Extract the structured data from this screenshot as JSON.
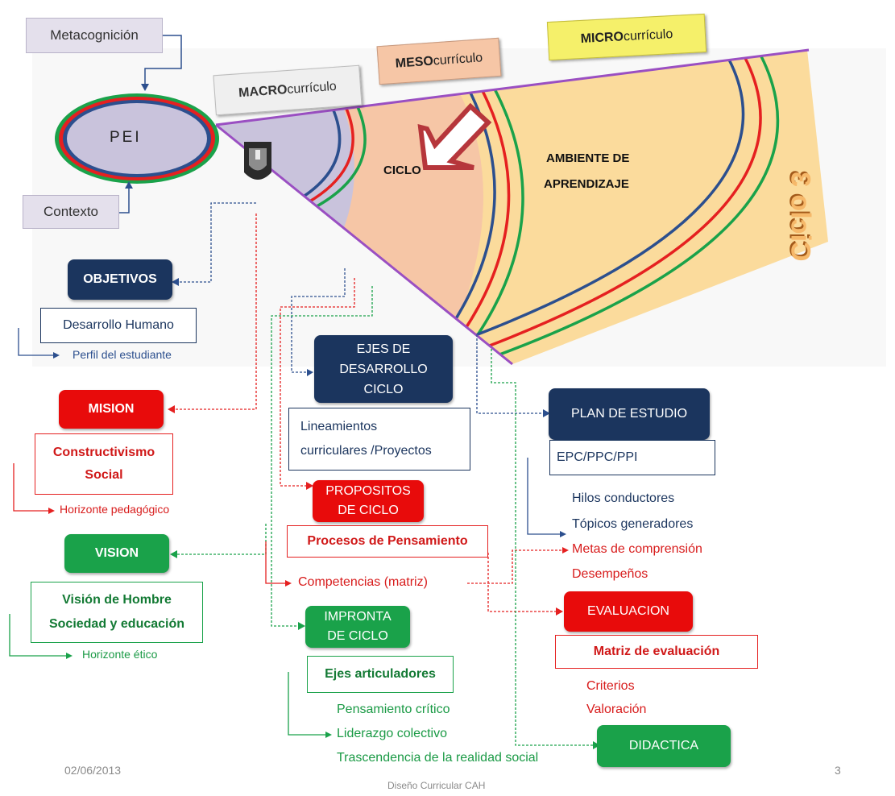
{
  "top": {
    "metacognicion": "Metacognición",
    "contexto": "Contexto",
    "pei": "PEI",
    "macro_bold": "MACRO",
    "macro_rest": "currículo",
    "meso_bold": "MESO",
    "meso_rest": "currículo",
    "micro_bold": "MICRO",
    "micro_rest": "currículo",
    "ciclo": "CICLO",
    "ambiente_line1": "AMBIENTE DE",
    "ambiente_line2": "APRENDIZAJE",
    "ciclo3": "Ciclo 3"
  },
  "left": {
    "objetivos": "OBJETIVOS",
    "desarrollo_humano": "Desarrollo Humano",
    "perfil": "Perfil del estudiante",
    "mision": "MISION",
    "constructivismo_line1": "Constructivismo",
    "constructivismo_line2": "Social",
    "horizonte_pedagogico": "Horizonte  pedagógico",
    "vision": "VISION",
    "vision_hombre_line1": "Visión de Hombre",
    "vision_hombre_line2": "Sociedad y educación",
    "horizonte_etico": "Horizonte ético"
  },
  "center": {
    "ejes_line1": "EJES DE",
    "ejes_line2": "DESARROLLO",
    "ejes_line3": "CICLO",
    "lineamientos_line1": "Lineamientos",
    "lineamientos_line2": "curriculares /Proyectos",
    "propositos_line1": "PROPOSITOS",
    "propositos_line2": "DE CICLO",
    "procesos": "Procesos de Pensamiento",
    "competencias": "Competencias (matriz)",
    "impronta_line1": "IMPRONTA",
    "impronta_line2": "DE CICLO",
    "ejes_articuladores": "Ejes articuladores",
    "pensamiento_critico": "Pensamiento crítico",
    "liderazgo": "Liderazgo colectivo",
    "trascendencia": "Trascendencia  de la realidad social"
  },
  "right": {
    "plan_estudio": "PLAN DE ESTUDIO",
    "epc": "EPC/PPC/PPI",
    "hilos": "Hilos conductores",
    "topicos": "Tópicos generadores",
    "metas": "Metas de comprensión",
    "desempenos": "Desempeños",
    "evaluacion": "EVALUACION",
    "matriz": "Matriz de evaluación",
    "criterios": "Criterios",
    "valoracion": "Valoración",
    "didactica": "DIDACTICA"
  },
  "footer": {
    "date": "02/06/2013",
    "title": "Diseño Curricular CAH",
    "page": "3"
  },
  "colors": {
    "navy": "#1b355e",
    "red": "#e80b0b",
    "green": "#1aa24a",
    "macro_fill": "#c9c3dc",
    "meso_fill": "#f6c6a6",
    "micro_fill": "#fbdb9c"
  },
  "icons": [
    "shield-icon",
    "arrow-icon"
  ]
}
